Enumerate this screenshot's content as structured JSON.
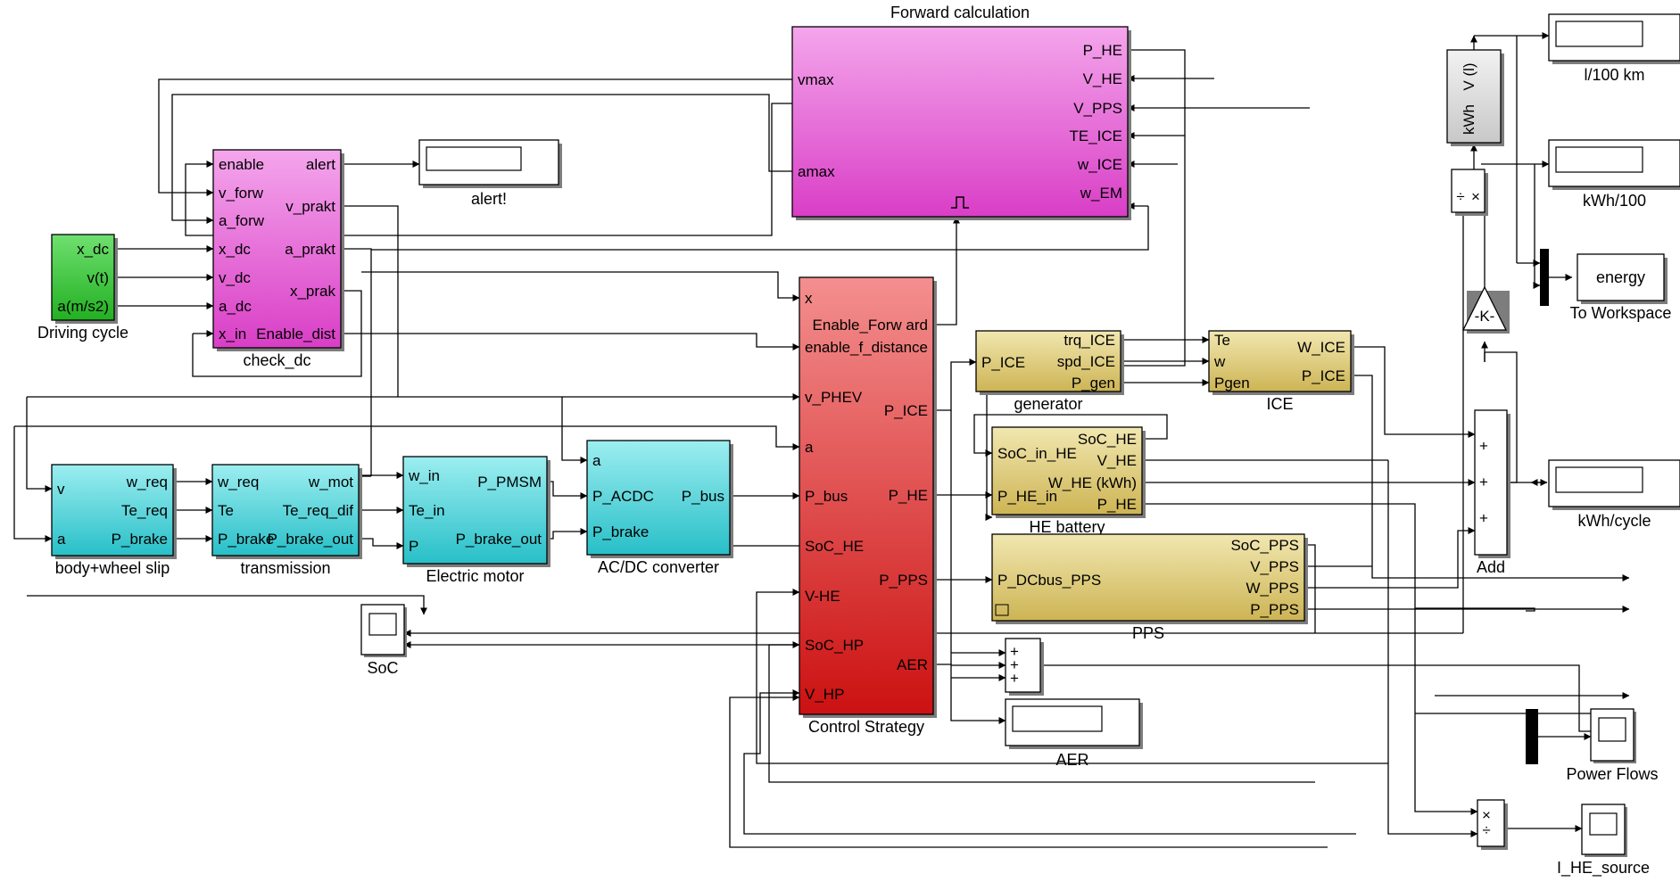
{
  "colors": {
    "pink": "#ea50d4",
    "pink_light": "#f4a6ec",
    "red": "#e83a3a",
    "red_light": "#f48f8f",
    "green": "#32c832",
    "cyan": "#3dcfd6",
    "cyan_light": "#9ceef0",
    "khaki": "#d8c46a",
    "khaki_light": "#f1e7b0",
    "gray_light": "#e0e0e0",
    "white": "#ffffff",
    "wire": "#000000"
  },
  "blocks": [
    {
      "id": "forward-calc",
      "name": "Forward calculation",
      "color": "pink",
      "in": [
        "vmax",
        "amax"
      ],
      "out": [
        "P_HE",
        "V_HE",
        "V_PPS",
        "TE_ICE",
        "w_ICE",
        "w_EM"
      ],
      "icon": "pulse-icon"
    },
    {
      "id": "check-dc",
      "name": "check_dc",
      "color": "pink",
      "in": [
        "enable",
        "v_forw",
        "a_forw",
        "x_dc",
        "v_dc",
        "a_dc",
        "x_in"
      ],
      "out": [
        "alert",
        "v_prakt",
        "a_prakt",
        "x_prak",
        "Enable_dist"
      ]
    },
    {
      "id": "driving-cycle",
      "name": "Driving cycle",
      "color": "green",
      "in": [],
      "out": [
        "x_dc",
        "v(t)",
        "a(m/s2)"
      ]
    },
    {
      "id": "control-strategy",
      "name": "Control Strategy",
      "color": "red",
      "in": [
        "x",
        "enable_f_distance",
        "v_PHEV",
        "a",
        "P_bus",
        "SoC_HE",
        "V-HE",
        "SoC_HP",
        "V_HP"
      ],
      "out": [
        "Enable_Forw ard",
        "P_ICE",
        "P_HE",
        "P_PPS",
        "AER"
      ]
    },
    {
      "id": "body-wheel-slip",
      "name": "body+wheel slip",
      "color": "cyan",
      "in": [
        "v",
        "a"
      ],
      "out": [
        "w_req",
        "Te_req",
        "P_brake"
      ]
    },
    {
      "id": "transmission",
      "name": "transmission",
      "color": "cyan",
      "in": [
        "w_req",
        "Te",
        "P_brake"
      ],
      "out": [
        "w_mot",
        "Te_req_dif",
        "P_brake_out"
      ]
    },
    {
      "id": "electric-motor",
      "name": "Electric motor",
      "color": "cyan",
      "in": [
        "w_in",
        "Te_in",
        "P"
      ],
      "out": [
        "P_PMSM",
        "P_brake_out"
      ]
    },
    {
      "id": "acdc-converter",
      "name": "AC/DC converter",
      "color": "cyan",
      "in": [
        "a",
        "P_ACDC",
        "P_brake"
      ],
      "out": [
        "P_bus"
      ]
    },
    {
      "id": "generator",
      "name": "generator",
      "color": "khaki",
      "in": [
        "P_ICE"
      ],
      "out": [
        "trq_ICE",
        "spd_ICE",
        "P_gen"
      ]
    },
    {
      "id": "ice",
      "name": "ICE",
      "color": "khaki",
      "in": [
        "Te",
        "w",
        "Pgen"
      ],
      "out": [
        "W_ICE",
        "P_ICE"
      ]
    },
    {
      "id": "he-battery",
      "name": "HE battery",
      "color": "khaki",
      "in": [
        "SoC_in_HE",
        "P_HE_in"
      ],
      "out": [
        "SoC_HE",
        "V_HE",
        "W_HE (kWh)",
        "P_HE"
      ]
    },
    {
      "id": "pps",
      "name": "PPS",
      "color": "khaki",
      "in": [
        "P_DCbus_PPS"
      ],
      "out": [
        "SoC_PPS",
        "V_PPS",
        "W_PPS",
        "P_PPS"
      ]
    },
    {
      "id": "add",
      "name": "Add",
      "color": "white",
      "in": [
        "+",
        "+",
        "+"
      ],
      "out": []
    },
    {
      "id": "sum3",
      "name": "",
      "color": "white",
      "in": [
        "+",
        "+",
        "+"
      ],
      "out": []
    },
    {
      "id": "divide1",
      "name": "",
      "color": "white",
      "in": [
        "÷",
        "×"
      ],
      "out": []
    },
    {
      "id": "divide2",
      "name": "",
      "color": "white",
      "in": [
        "×",
        "÷"
      ],
      "out": []
    },
    {
      "id": "gain",
      "name": "",
      "color": "white",
      "text": "-K-"
    },
    {
      "id": "conv-kwh-l",
      "name": "",
      "color": "gray_light",
      "text_top": "V (l)",
      "text_bottom": "kWh"
    },
    {
      "id": "to-workspace",
      "name": "To Workspace",
      "color": "white",
      "text": "energy"
    },
    {
      "id": "disp-alert",
      "name": "alert!",
      "kind": "display"
    },
    {
      "id": "disp-l100",
      "name": "l/100 km",
      "kind": "display"
    },
    {
      "id": "disp-kwh100",
      "name": "kWh/100",
      "kind": "display"
    },
    {
      "id": "disp-kwhcycle",
      "name": "kWh/cycle",
      "kind": "display"
    },
    {
      "id": "disp-aer",
      "name": "AER",
      "kind": "display"
    },
    {
      "id": "scope-soc",
      "name": "SoC",
      "kind": "scope"
    },
    {
      "id": "scope-power",
      "name": "Power Flows",
      "kind": "scope"
    },
    {
      "id": "scope-ihe",
      "name": "I_HE_source",
      "kind": "scope"
    },
    {
      "id": "mux-energy",
      "name": "",
      "kind": "mux"
    },
    {
      "id": "mux-power",
      "name": "",
      "kind": "mux"
    }
  ]
}
